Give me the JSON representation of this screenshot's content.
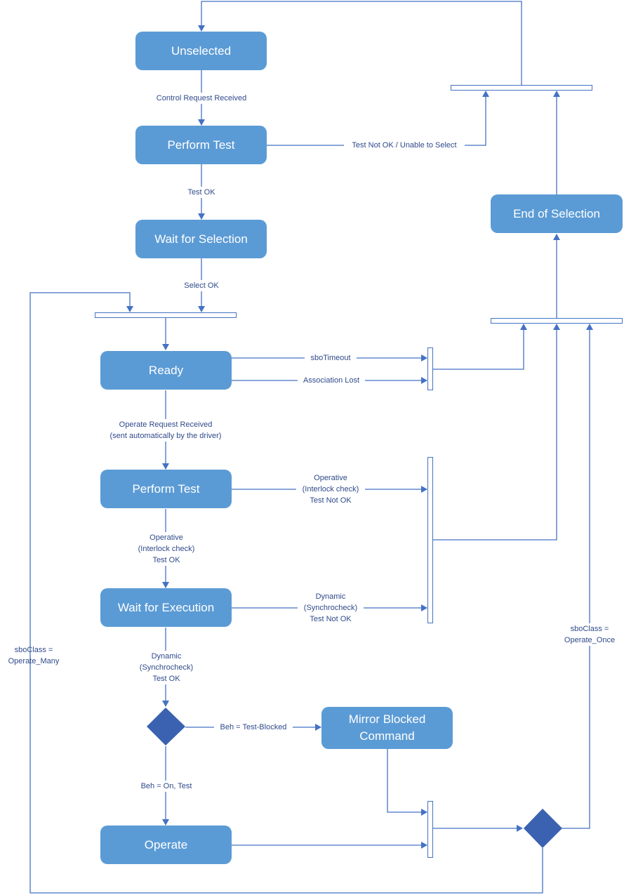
{
  "states": {
    "unselected": "Unselected",
    "perform_test_1": "Perform Test",
    "wait_for_selection": "Wait for Selection",
    "end_of_selection": "End of Selection",
    "ready": "Ready",
    "perform_test_2": "Perform Test",
    "wait_for_execution": "Wait for Execution",
    "mirror_blocked_command": "Mirror Blocked\nCommand",
    "operate": "Operate"
  },
  "transitions": {
    "control_request_received": "Control Request Received",
    "test_not_ok_unable_to_select": "Test Not OK / Unable to Select",
    "test_ok": "Test OK",
    "select_ok": "Select OK",
    "sbo_timeout": "sboTimeout",
    "association_lost": "Association Lost",
    "operate_request_received": "Operate Request Received\n(sent automatically by the driver)",
    "interlock_test_not_ok": "Operative\n(Interlock check)\nTest Not OK",
    "interlock_test_ok": "Operative\n(Interlock check)\nTest OK",
    "synchrocheck_test_not_ok": "Dynamic\n(Synchrocheck)\nTest Not OK",
    "synchrocheck_test_ok": "Dynamic\n(Synchrocheck)\nTest OK",
    "beh_test_blocked": "Beh = Test-Blocked",
    "beh_on_test": "Beh = On, Test",
    "sbo_class_operate_many": "sboClass =\nOperate_Many",
    "sbo_class_operate_once": "sboClass =\nOperate_Once"
  },
  "colors": {
    "state_fill": "#5b9bd5",
    "decision_fill": "#3a62b0",
    "line": "#4472c4",
    "label_text": "#2f4a8a"
  }
}
